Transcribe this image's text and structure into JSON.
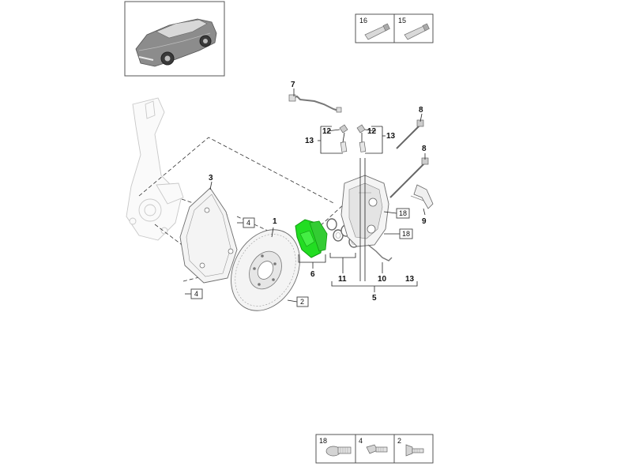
{
  "thumbnails": {
    "top": [
      {
        "number": "16"
      },
      {
        "number": "15"
      }
    ],
    "bottom": [
      {
        "number": "18"
      },
      {
        "number": "4"
      },
      {
        "number": "2"
      }
    ]
  },
  "callouts": {
    "c1": "1",
    "c2": "2",
    "c3": "3",
    "c4a": "4",
    "c4b": "4",
    "c5": "5",
    "c6": "6",
    "c7": "7",
    "c8a": "8",
    "c8b": "8",
    "c9": "9",
    "c10": "10",
    "c11": "11",
    "c12a": "12",
    "c12b": "12",
    "c13a": "13",
    "c13b": "13",
    "c13c": "13",
    "c18a": "18",
    "c18b": "18"
  },
  "colors": {
    "highlight": "#22dd22",
    "highlight_dark": "#119911"
  }
}
